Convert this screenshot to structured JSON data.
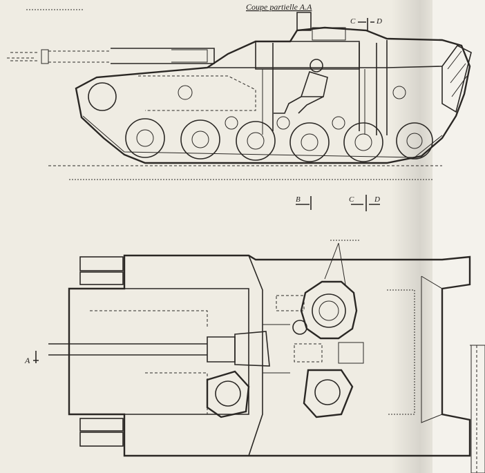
{
  "section_title": "Coupe partielle A.A",
  "section_markers": {
    "top_c": "C",
    "top_d": "D",
    "bottom_b": "B",
    "bottom_c": "C",
    "bottom_d": "D",
    "side_a": "A"
  },
  "colors": {
    "paper": "#efece3",
    "ink": "#2a2724"
  }
}
